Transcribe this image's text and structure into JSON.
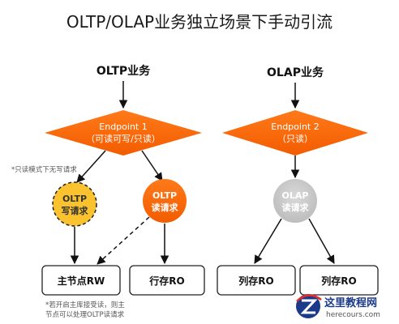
{
  "title": "OLTP/OLAP业务独立场景下手动引流",
  "left": {
    "heading": "OLTP业务",
    "endpoint": {
      "line1": "Endpoint 1",
      "line2": "（可读可写/只读）"
    },
    "note": "*只读模式下无写请求",
    "node_write": {
      "line1": "OLTP",
      "line2": "写请求"
    },
    "node_read": {
      "line1": "OLTP",
      "line2": "读请求"
    },
    "box_master": "主节点RW",
    "box_row": "行存RO",
    "footnote_line1": "*若开启主库接受读，则主",
    "footnote_line2": "节点可以处理OLTP读请求"
  },
  "right": {
    "heading": "OLAP业务",
    "endpoint": {
      "line1": "Endpoint 2",
      "line2": "（只读）"
    },
    "node_read": {
      "line1": "OLAP",
      "line2": "读请求"
    },
    "box_col1": "列存RO",
    "box_col2": "列存RO"
  },
  "watermark": {
    "brand": "这里教程网",
    "url": "herecours.com"
  },
  "colors": {
    "orange": "#ff6a00",
    "yellow": "#f9c22e",
    "gray_node": "#c8c8c8",
    "line": "#111111"
  }
}
